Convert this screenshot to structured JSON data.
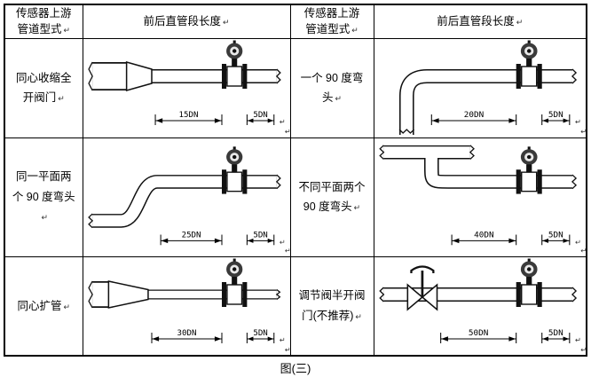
{
  "page": {
    "caption": "图(三)"
  },
  "marks": {
    "return": "↵"
  },
  "table": {
    "headers": [
      {
        "label": "传感器上游管道型式"
      },
      {
        "label": "前后直管段长度"
      },
      {
        "label": "传感器上游管道型式"
      },
      {
        "label": "前后直管段长度"
      }
    ],
    "rows": [
      {
        "left": {
          "label": "同心收缩全开阀门",
          "diagram": "concentric-reducer",
          "upstream": "15DN",
          "downstream": "5DN"
        },
        "right": {
          "label": "一个 90 度弯头",
          "diagram": "single-90-degree-elbow",
          "upstream": "20DN",
          "downstream": "5DN"
        }
      },
      {
        "left": {
          "label": "同一平面两个 90 度弯头",
          "diagram": "two-90-degree-elbows-same-plane",
          "upstream": "25DN",
          "downstream": "5DN"
        },
        "right": {
          "label": "不同平面两个 90 度弯头",
          "diagram": "two-90-degree-elbows-different-planes",
          "upstream": "40DN",
          "downstream": "5DN"
        }
      },
      {
        "left": {
          "label": "同心扩管",
          "diagram": "concentric-expander",
          "upstream": "30DN",
          "downstream": "5DN"
        },
        "right": {
          "label": "调节阀半开阀门(不推荐)",
          "diagram": "half-open-regulating-valve",
          "upstream": "50DN",
          "downstream": "5DN"
        }
      }
    ]
  }
}
